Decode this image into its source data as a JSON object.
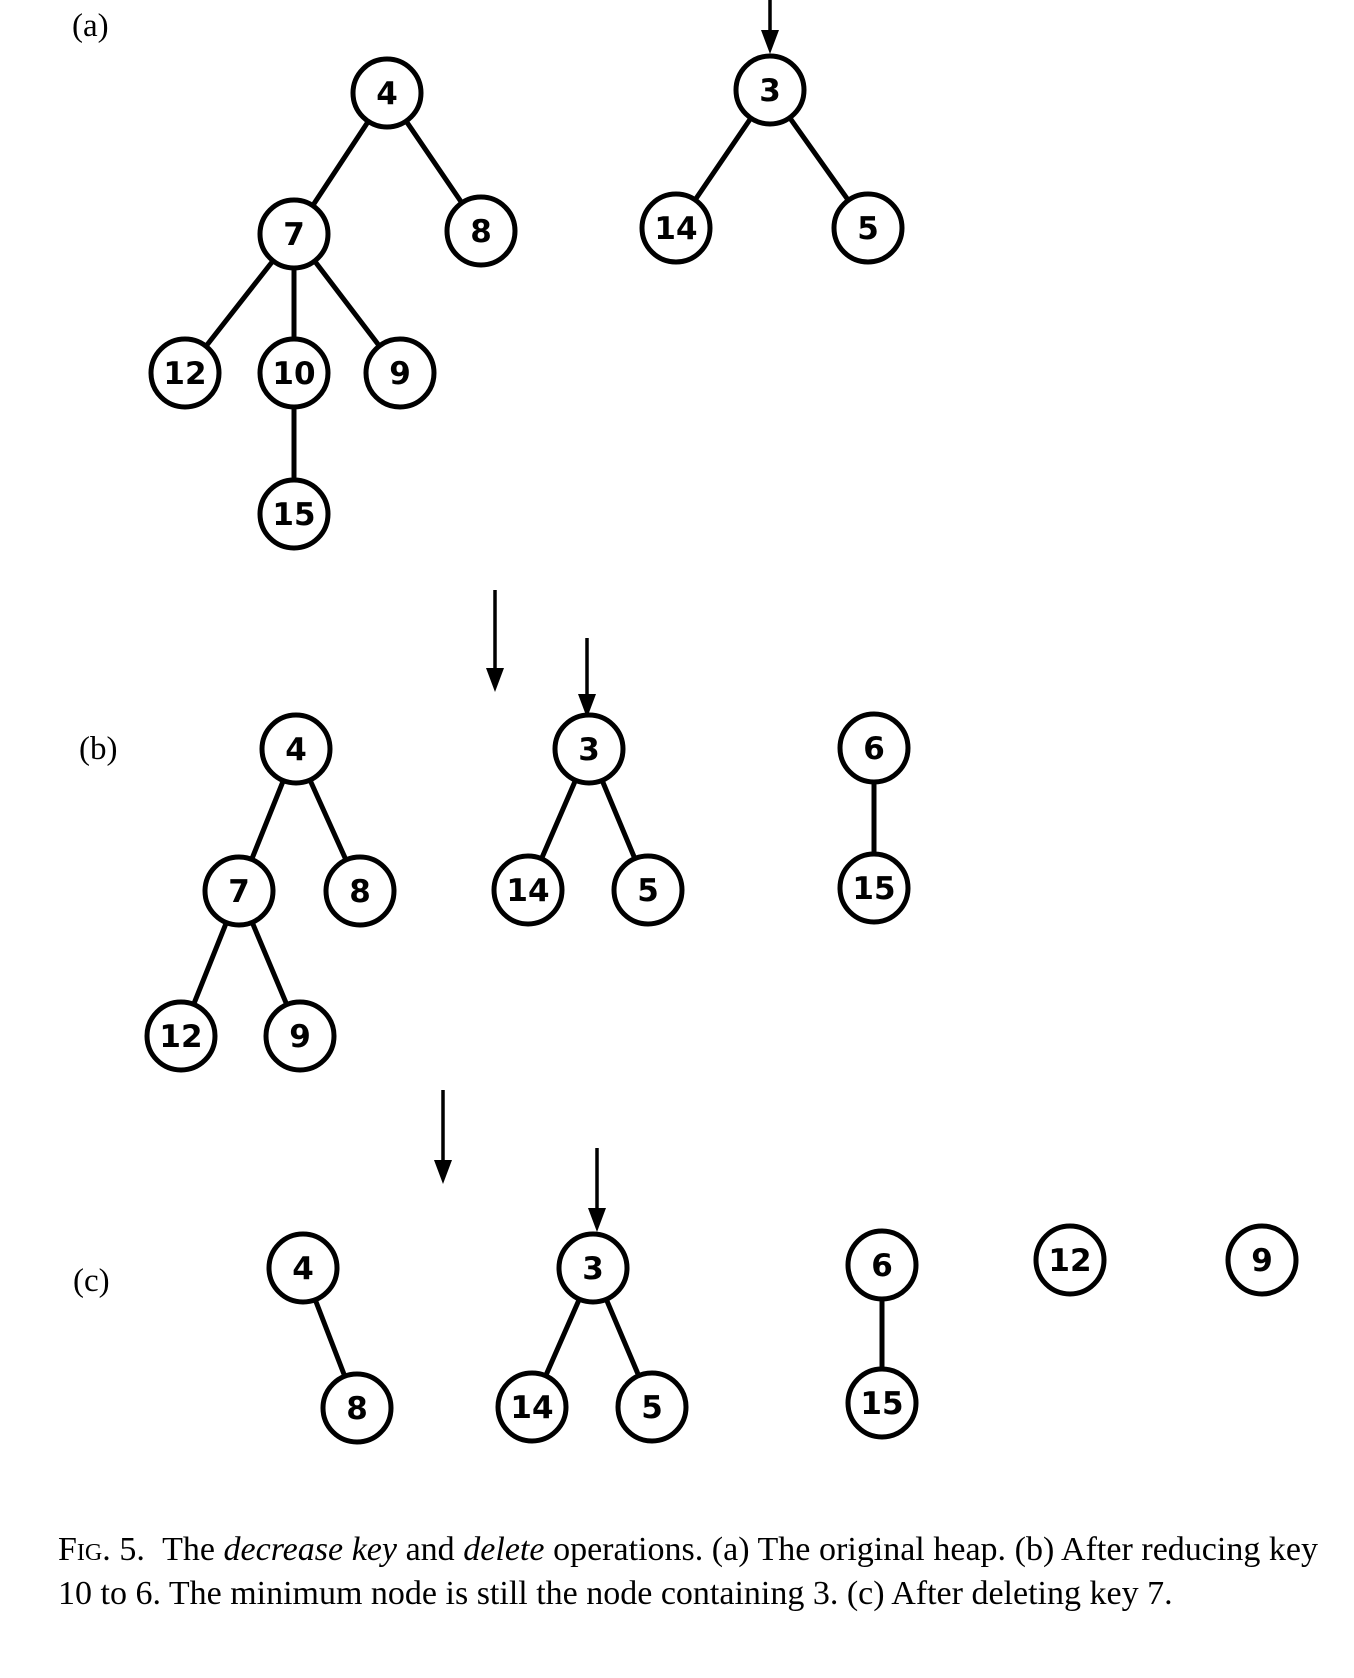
{
  "panels": [
    {
      "label": "(a)",
      "nodes": [
        {
          "id": "a4",
          "key": "4"
        },
        {
          "id": "a7",
          "key": "7"
        },
        {
          "id": "a8",
          "key": "8"
        },
        {
          "id": "a12",
          "key": "12"
        },
        {
          "id": "a10",
          "key": "10"
        },
        {
          "id": "a9",
          "key": "9"
        },
        {
          "id": "a15",
          "key": "15"
        },
        {
          "id": "a3",
          "key": "3"
        },
        {
          "id": "a14",
          "key": "14"
        },
        {
          "id": "a5",
          "key": "5"
        }
      ],
      "edges": [
        [
          "a4",
          "a7"
        ],
        [
          "a4",
          "a8"
        ],
        [
          "a7",
          "a12"
        ],
        [
          "a7",
          "a10"
        ],
        [
          "a7",
          "a9"
        ],
        [
          "a10",
          "a15"
        ],
        [
          "a3",
          "a14"
        ],
        [
          "a3",
          "a5"
        ]
      ],
      "min_pointer": "a3"
    },
    {
      "label": "(b)",
      "nodes": [
        {
          "id": "b4",
          "key": "4"
        },
        {
          "id": "b7",
          "key": "7"
        },
        {
          "id": "b8",
          "key": "8"
        },
        {
          "id": "b12",
          "key": "12"
        },
        {
          "id": "b9",
          "key": "9"
        },
        {
          "id": "b3",
          "key": "3"
        },
        {
          "id": "b14",
          "key": "14"
        },
        {
          "id": "b5",
          "key": "5"
        },
        {
          "id": "b6",
          "key": "6"
        },
        {
          "id": "b15",
          "key": "15"
        }
      ],
      "edges": [
        [
          "b4",
          "b7"
        ],
        [
          "b4",
          "b8"
        ],
        [
          "b7",
          "b12"
        ],
        [
          "b7",
          "b9"
        ],
        [
          "b3",
          "b14"
        ],
        [
          "b3",
          "b5"
        ],
        [
          "b6",
          "b15"
        ]
      ],
      "min_pointer": "b3"
    },
    {
      "label": "(c)",
      "nodes": [
        {
          "id": "c4",
          "key": "4"
        },
        {
          "id": "c8",
          "key": "8"
        },
        {
          "id": "c3",
          "key": "3"
        },
        {
          "id": "c14",
          "key": "14"
        },
        {
          "id": "c5",
          "key": "5"
        },
        {
          "id": "c6",
          "key": "6"
        },
        {
          "id": "c15",
          "key": "15"
        },
        {
          "id": "c12",
          "key": "12"
        },
        {
          "id": "c9",
          "key": "9"
        }
      ],
      "edges": [
        [
          "c4",
          "c8"
        ],
        [
          "c3",
          "c14"
        ],
        [
          "c3",
          "c5"
        ],
        [
          "c6",
          "c15"
        ]
      ],
      "min_pointer": "c3"
    }
  ],
  "caption": {
    "fig_label": "Fig. 5.",
    "parts": [
      "The ",
      "decrease key",
      " and ",
      "delete",
      " operations. (a) The original heap. (b) After reducing key 10 to 6. The minimum node is still the node containing 3. (c) After deleting key 7."
    ]
  }
}
